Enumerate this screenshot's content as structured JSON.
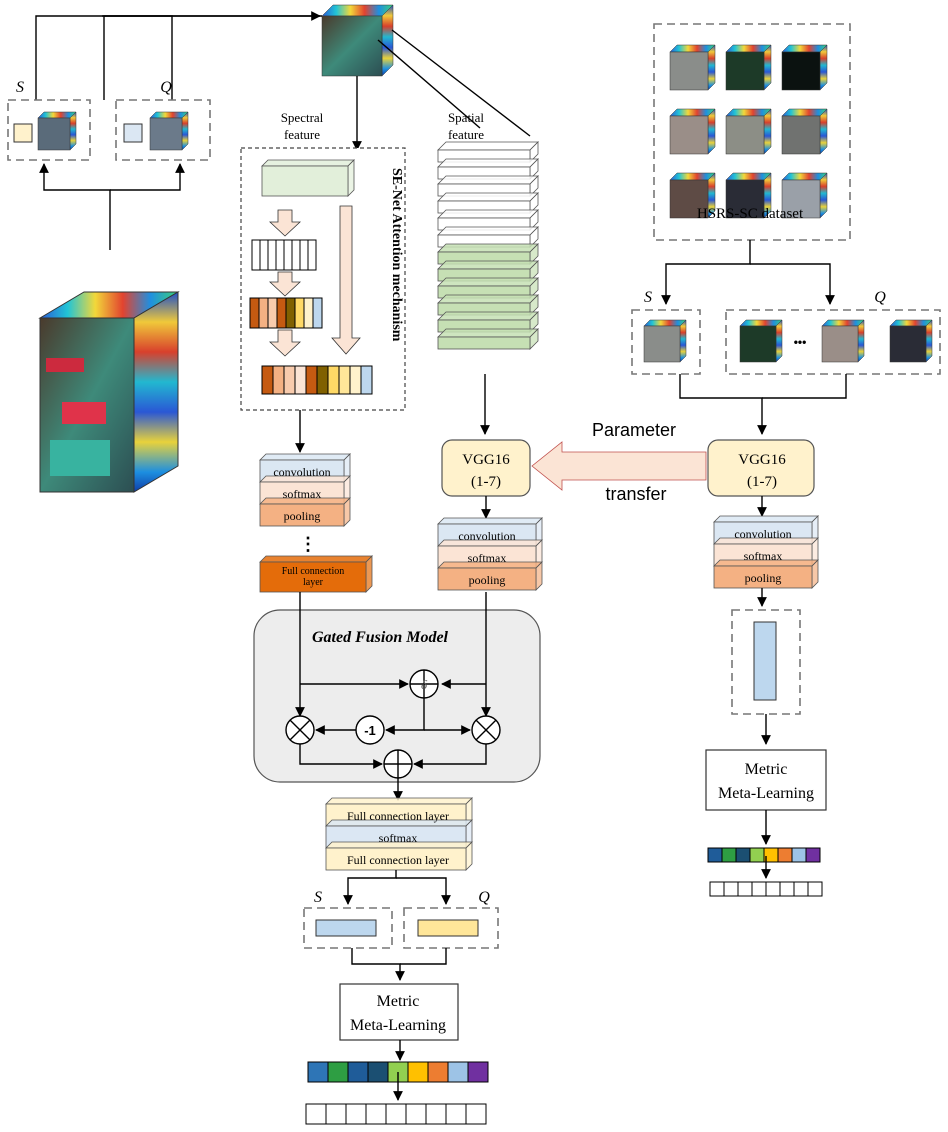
{
  "labels": {
    "s": "S",
    "q": "Q",
    "spectral_feature": "Spectral\nfeature",
    "spatial_feature": "Spatial\nfeature",
    "se_net": "SE-Net Attention mechanism",
    "hsrs_dataset": "HSRS-SC dataset",
    "parameter": "Parameter",
    "transfer": "transfer",
    "vgg16": "VGG16",
    "vgg16_layers": "(1-7)",
    "convolution": "convolution",
    "softmax": "softmax",
    "pooling": "pooling",
    "full_connection_layer": "Full connection layer",
    "full_connection_layer_orange": "Full connection\nlayer",
    "gated_fusion_model": "Gated Fusion Model",
    "sigma": "δ",
    "minus_one": "-1",
    "metric": "Metric",
    "meta_learning": "Meta-Learning",
    "ellipsis_vertical": "⋮",
    "ellipsis_horizontal": "•••"
  },
  "colors": {
    "convolution": "#dbe7f3",
    "softmax": "#fbe4d5",
    "pooling": "#f4b183",
    "fc_orange": "#e46c0a",
    "fc_yellow": "#fff2cc",
    "vgg_box": "#fff2cc",
    "spectral_cube": "#e2efda",
    "spatial_white": "#ffffff",
    "spatial_green": "#c6e0b4",
    "gated_bg": "#ededed",
    "arrow_fill": "#fbe4d5",
    "s_vector": "#bdd7ee",
    "q_vector": "#ffe699",
    "class_colors": [
      "#2e75b6",
      "#2e9e43",
      "#1f5c99",
      "#1b4f72",
      "#92d050",
      "#ffc000",
      "#ed7d31",
      "#9dc3e6",
      "#7030a0"
    ],
    "class_colors_small": [
      "#1f5c99",
      "#2e9e43",
      "#1b4f72",
      "#92d050",
      "#ffc000",
      "#ed7d31",
      "#9dc3e6",
      "#7030a0"
    ],
    "se_band_colors": [
      "#c55a11",
      "#f4b183",
      "#f8cbad",
      "#fbe4d5",
      "#c55a11",
      "#806000",
      "#ffd966",
      "#ffe699",
      "#fff2cc",
      "#bdd7ee"
    ],
    "se_mid_colors": [
      "#c55a11",
      "#f4b183",
      "#f8cbad",
      "#c55a11",
      "#806000",
      "#ffd966",
      "#fff2cc",
      "#bdd7ee"
    ]
  }
}
